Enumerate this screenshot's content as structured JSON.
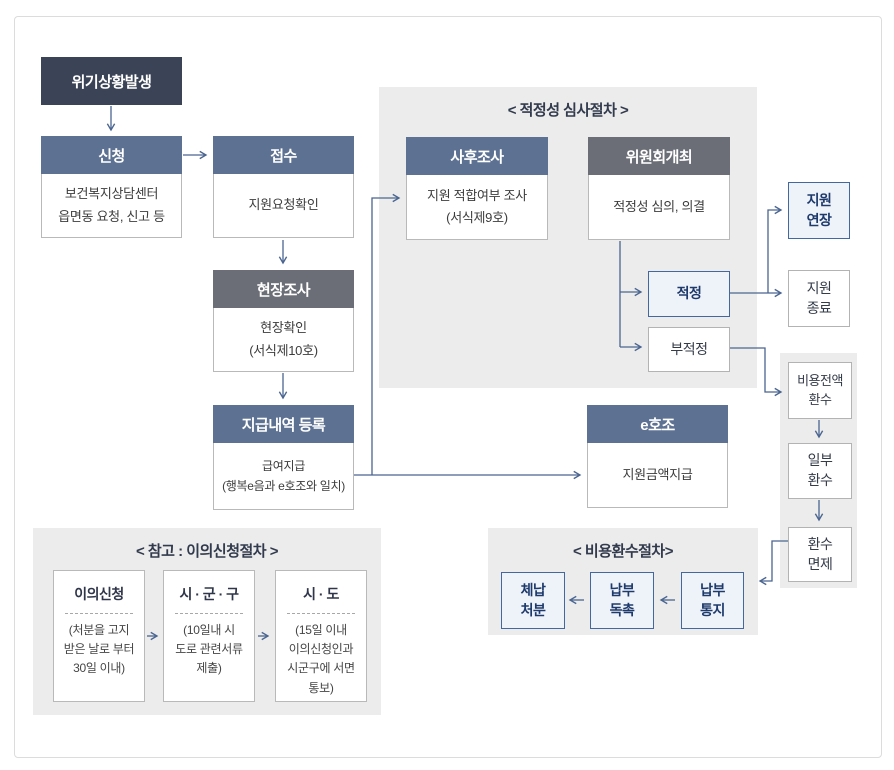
{
  "colors": {
    "dark_header": "#3b4457",
    "blue_header": "#5d7192",
    "gray_header": "#6b6e76",
    "panel_bg": "#ececec",
    "accent_blue": "#44679f",
    "accent_blue_bg": "#eef2f9",
    "navy_text": "#1e3a6c",
    "line": "#4a6590"
  },
  "panels": {
    "review": {
      "title": "< 적정성 심사절차 >"
    },
    "refund": {
      "title": "< 비용환수절차>"
    },
    "appeal": {
      "title": "< 참고 : 이의신청절차 >"
    }
  },
  "boxes": {
    "crisis": {
      "label": "위기상황발생"
    },
    "apply": {
      "title": "신청",
      "body": "보건복지상담센터\n읍면동 요청, 신고 등"
    },
    "receipt": {
      "title": "접수",
      "body": "지원요청확인"
    },
    "field_survey": {
      "title": "현장조사",
      "body": "현장확인\n(서식제10호)"
    },
    "payment_register": {
      "title": "지급내역 등록",
      "body": "급여지급\n(행복e음과 e호조와 일치)"
    },
    "post_survey": {
      "title": "사후조사",
      "body": "지원 적합여부 조사\n(서식제9호)"
    },
    "committee": {
      "title": "위원회개최",
      "body": "적정성 심의, 의결"
    },
    "proper": {
      "label": "적정"
    },
    "improper": {
      "label": "부적정"
    },
    "support_extend": {
      "label": "지원\n연장"
    },
    "support_end": {
      "label": "지원\n종료"
    },
    "ehojo": {
      "title": "e호조",
      "body": "지원금액지급"
    },
    "full_recovery": {
      "label": "비용전액\n환수"
    },
    "partial_recovery": {
      "label": "일부\n환수"
    },
    "recovery_exempt": {
      "label": "환수\n면제"
    },
    "arrears_disposal": {
      "label": "체납\n처분"
    },
    "payment_urge": {
      "label": "납부\n독촉"
    },
    "payment_notice": {
      "label": "납부\n통지"
    },
    "appeal_1": {
      "title": "이의신청",
      "body": "(처분을 고지\n받은 날로 부터\n30일 이내)"
    },
    "appeal_2": {
      "title": "시 · 군 · 구",
      "body": "(10일내 시\n도로 관련서류\n제출)"
    },
    "appeal_3": {
      "title": "시 · 도",
      "body": "(15일 이내\n이의신청인과\n시군구에 서면\n통보)"
    }
  }
}
